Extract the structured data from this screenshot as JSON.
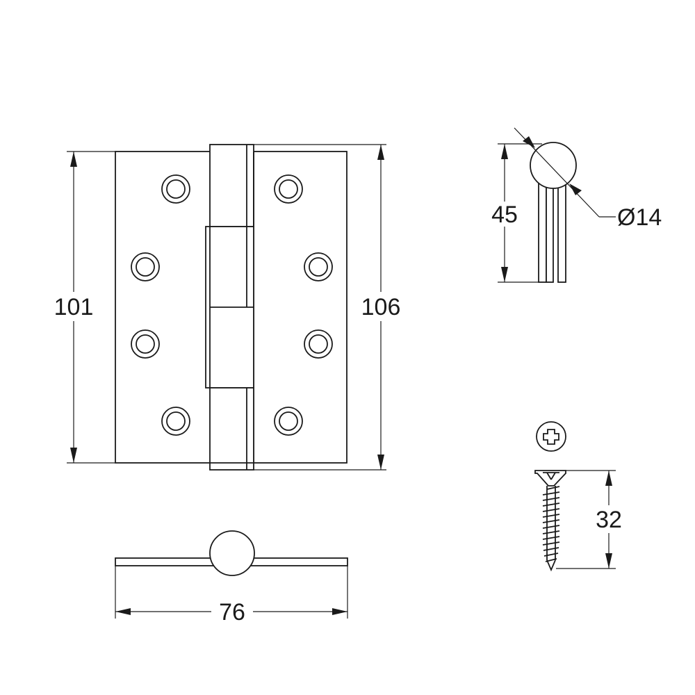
{
  "dimensions": {
    "hinge_height_leaf": "101",
    "hinge_height_overall": "106",
    "hinge_width_open": "76",
    "knuckle_side_height": "45",
    "knuckle_diameter": "Ø14",
    "screw_length": "32"
  }
}
